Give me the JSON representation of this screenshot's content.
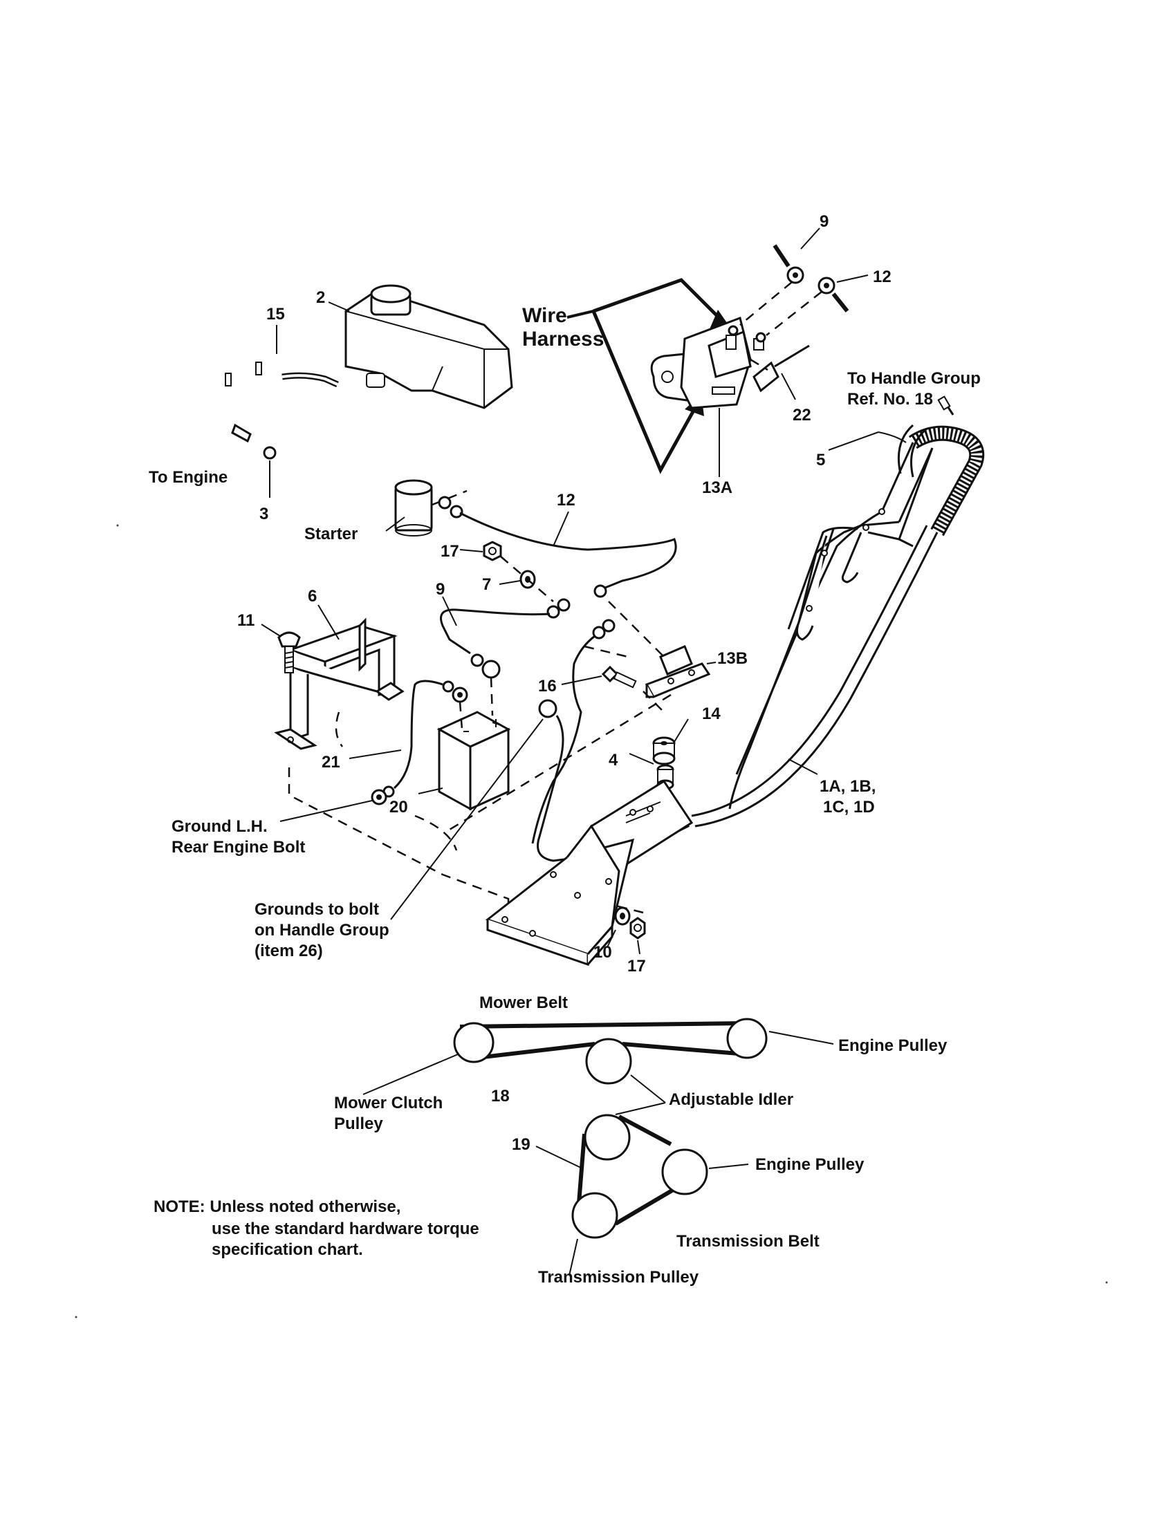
{
  "labels": {
    "part_9_top": "9",
    "part_12_top": "12",
    "part_2": "2",
    "part_15": "15",
    "wire": "Wire",
    "harness": "Harness",
    "to_handle_group": "To Handle Group",
    "ref_no_18": "Ref. No. 18",
    "part_22": "22",
    "part_5": "5",
    "part_13a": "13A",
    "to_engine": "To Engine",
    "part_3": "3",
    "part_12_mid": "12",
    "starter": "Starter",
    "part_17_mid": "17",
    "part_7": "7",
    "part_9_mid": "9",
    "part_11": "11",
    "part_6": "6",
    "part_13b": "13B",
    "part_16": "16",
    "part_14": "14",
    "part_4": "4",
    "part_21": "21",
    "part_20": "20",
    "part_1abcd_line1": "1A, 1B,",
    "part_1abcd_line2": "1C, 1D",
    "ground_lh": "Ground L.H.",
    "rear_engine_bolt": "Rear Engine Bolt",
    "grounds_to_bolt": "Grounds to bolt",
    "on_handle_group": "on Handle Group",
    "item_26": "(item 26)",
    "part_10": "10",
    "part_17_bottom": "17"
  },
  "belts": {
    "mower_belt": "Mower Belt",
    "engine_pulley_top": "Engine Pulley",
    "mower_clutch": "Mower Clutch",
    "pulley": "Pulley",
    "part_18": "18",
    "adjustable_idler": "Adjustable Idler",
    "part_19": "19",
    "engine_pulley_bottom": "Engine Pulley",
    "transmission_belt": "Transmission Belt",
    "transmission_pulley": "Transmission Pulley"
  },
  "note": {
    "line1": "NOTE: Unless noted otherwise,",
    "line2": "use the standard hardware torque",
    "line3": "specification chart."
  }
}
